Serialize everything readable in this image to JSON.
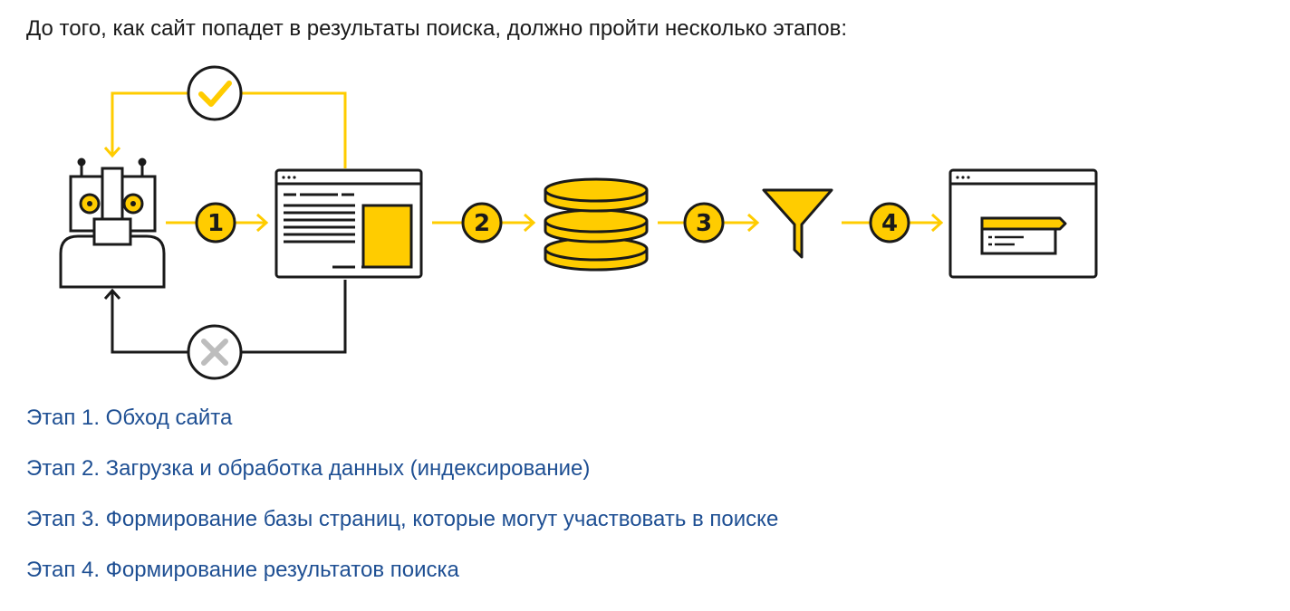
{
  "intro_text": "До того, как сайт попадет в результаты поиска, должно пройти несколько этапов:",
  "colors": {
    "accent": "#ffcc00",
    "outline": "#1a1a1a",
    "reject": "#bdbdbd",
    "link": "#1e4f93"
  },
  "diagram": {
    "step_numbers": [
      "1",
      "2",
      "3",
      "4"
    ],
    "nodes": [
      "robot-icon",
      "webpage-icon",
      "database-icon",
      "funnel-icon",
      "search-result-icon"
    ],
    "feedback": [
      "check-icon",
      "cross-icon"
    ]
  },
  "stages": [
    "Этап 1. Обход сайта",
    "Этап 2. Загрузка и обработка данных (индексирование)",
    "Этап 3. Формирование базы страниц, которые могут участвовать в поиске",
    "Этап 4. Формирование результатов поиска"
  ]
}
